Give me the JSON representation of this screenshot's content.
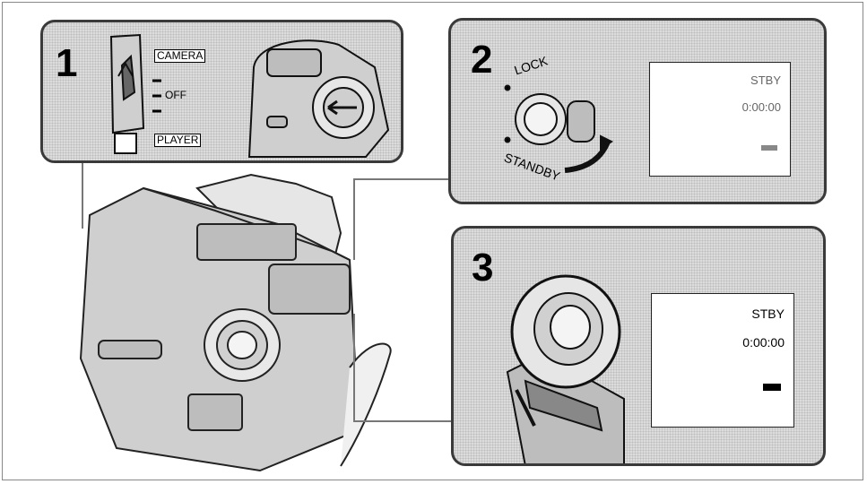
{
  "step1": {
    "number": "1",
    "camera_label": "CAMERA",
    "off_label": "OFF",
    "player_label": "PLAYER"
  },
  "step2": {
    "number": "2",
    "lock_label": "LOCK",
    "standby_label": "STANDBY",
    "screen_status": "STBY",
    "screen_counter": "0:00:00"
  },
  "step3": {
    "number": "3",
    "screen_status": "STBY",
    "screen_counter": "0:00:00"
  },
  "icons": {
    "power-switch": "power-switch-icon",
    "lock-dial": "lock-standby-dial-icon",
    "battery": "battery-icon",
    "camcorder": "camcorder-icon",
    "viewfinder": "viewfinder-icon",
    "hand": "hand-icon"
  }
}
